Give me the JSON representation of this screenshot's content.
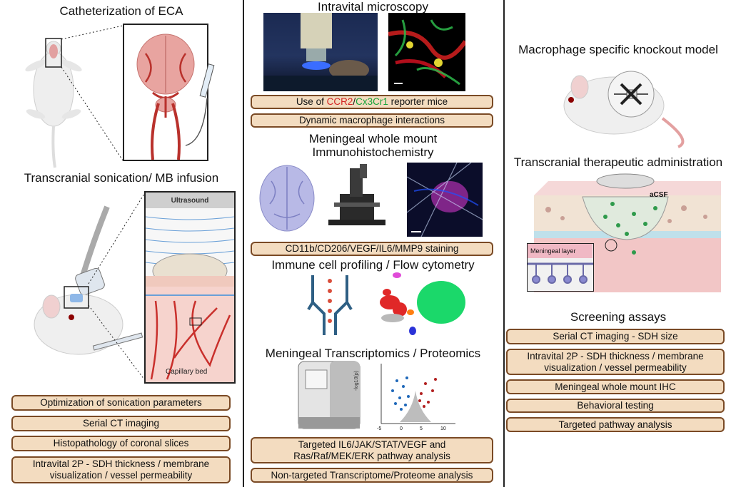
{
  "left": {
    "heading1": "Catheterization of  ECA",
    "heading2": "Transcranial sonication/ MB infusion",
    "ultrasound_label": "Ultrasound",
    "capillary_label": "Capillary bed",
    "pills": [
      "Optimization of sonication parameters",
      "Serial CT imaging",
      "Histopathology of coronal slices",
      "Intravital 2P - SDH thickness / membrane visualization / vessel permeability"
    ]
  },
  "middle": {
    "heading_intravital": "Intravital microscopy",
    "reporter_pre": "Use of ",
    "reporter_ccr2": "CCR2",
    "reporter_slash": "/",
    "reporter_cx3cr1": "Cx3Cr1",
    "reporter_post": " reporter mice",
    "pill_dynamic": "Dynamic macrophage interactions",
    "heading_wholemount_1": "Meningeal whole mount",
    "heading_wholemount_2": "Immunohistochemistry",
    "pill_staining": "CD11b/CD206/VEGF/IL6/MMP9 staining",
    "heading_flow": "Immune cell profiling / Flow cytometry",
    "heading_omics": "Meningeal Transcriptomics / Proteomics",
    "volcano_ylabel": "-log10(p)",
    "volcano_ticks": [
      "-5",
      "0",
      "5",
      "10"
    ],
    "pill_targeted_1": "Targeted IL6/JAK/STAT/VEGF and",
    "pill_targeted_2": "Ras/Raf/MEK/ERK pathway analysis",
    "pill_nontargeted": "Non-targeted Transcriptome/Proteome analysis"
  },
  "right": {
    "heading_knockout": "Macrophage specific knockout model",
    "heading_transcranial": "Transcranial therapeutic administration",
    "acsf_label": "aCSF",
    "meningeal_label": "Meningeal layer",
    "heading_screening": "Screening assays",
    "pills": [
      "Serial CT imaging - SDH size",
      "Intravital 2P - SDH thickness / membrane visualization / vessel permeability",
      "Meningeal whole mount IHC",
      "Behavioral testing",
      "Targeted pathway analysis"
    ]
  },
  "colors": {
    "pill_fill": "#f3dcc0",
    "pill_border": "#7a4a25",
    "ccr2": "#d42222",
    "cx3cr1": "#17a43a",
    "vessel": "#b9312c"
  }
}
